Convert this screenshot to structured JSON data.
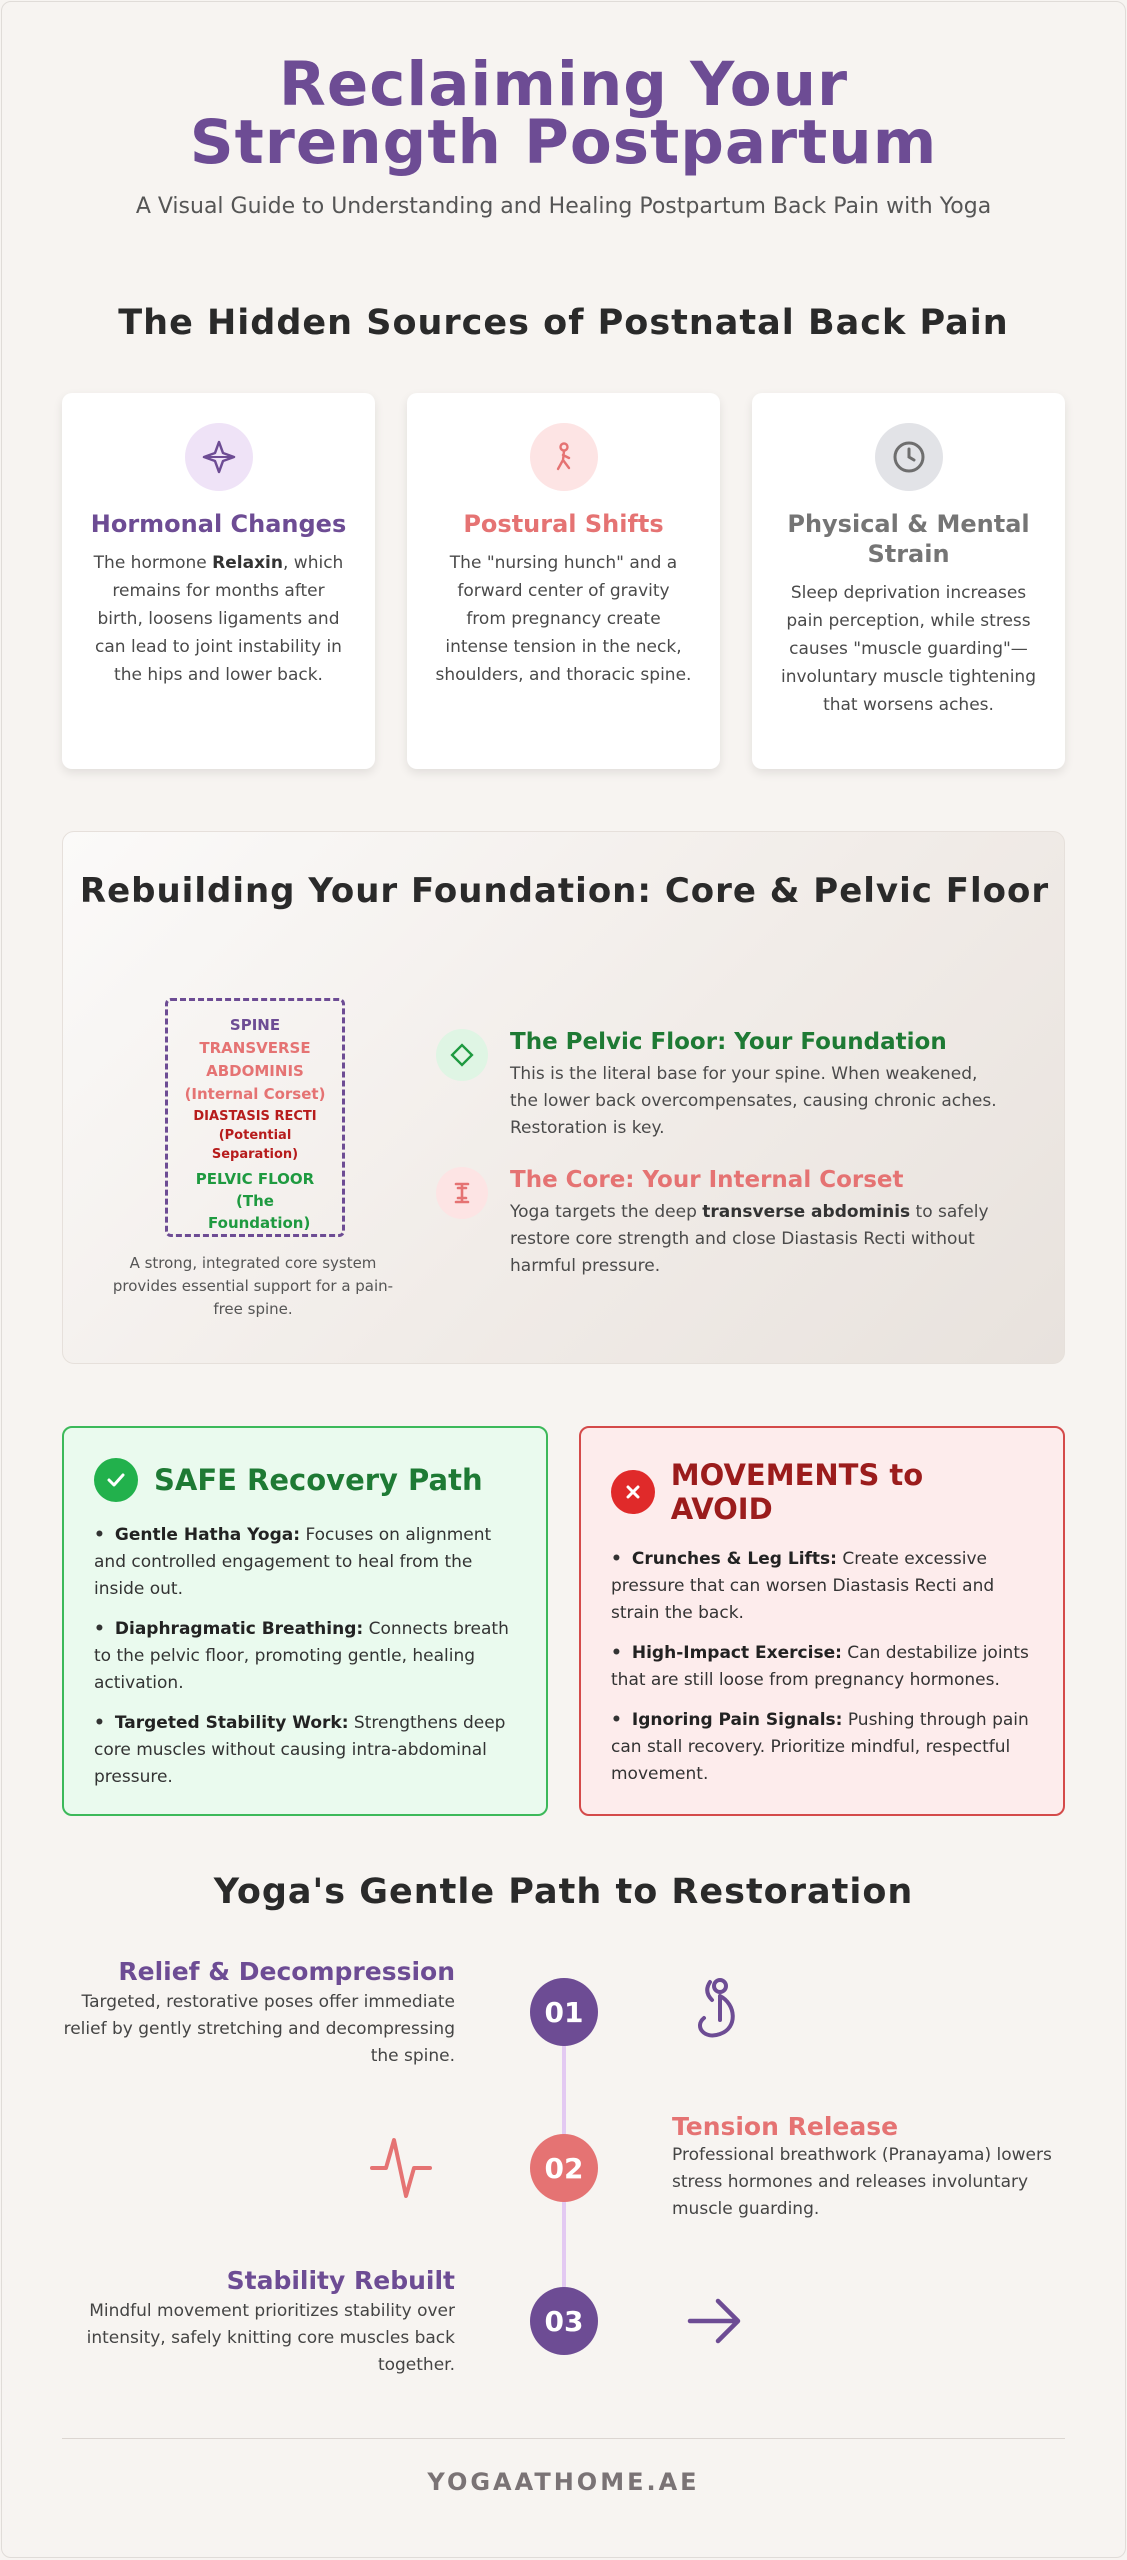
{
  "header": {
    "title": "Reclaiming Your Strength Postpartum",
    "subtitle": "A Visual Guide to Understanding and Healing Postpartum Back Pain with Yoga"
  },
  "sources": {
    "title": "The Hidden Sources of Postnatal Back Pain",
    "cards": [
      {
        "title": "Hormonal Changes",
        "text_before": "The hormone ",
        "bold": "Relaxin",
        "text_after": ", which remains for months after birth, loosens ligaments and can lead to joint instability in the hips and lower back.",
        "color": "#6d4c94",
        "icon": "sparkle-icon"
      },
      {
        "title": "Postural Shifts",
        "text": "The \"nursing hunch\" and a forward center of gravity from pregnancy create intense tension in the neck, shoulders, and thoracic spine.",
        "color": "#e57373",
        "icon": "posture-icon"
      },
      {
        "title": "Physical & Mental Strain",
        "text": "Sleep deprivation increases pain perception, while stress causes \"muscle guarding\"—involuntary muscle tightening that worsens aches.",
        "color": "#757575",
        "icon": "clock-icon"
      }
    ]
  },
  "foundation": {
    "title": "Rebuilding Your Foundation: Core & Pelvic Floor",
    "diagram": {
      "spine": "SPINE",
      "transverse": "TRANSVERSE ABDOMINIS",
      "transverse_sub": "(Internal Corset)",
      "diastasis": "DIASTASIS RECTI",
      "diastasis_sub": "(Potential Separation)",
      "pelvic": "PELVIC FLOOR",
      "pelvic_sub": "(The Foundation)"
    },
    "caption": "A strong, integrated core system provides essential support for a pain-free spine.",
    "features": [
      {
        "title": "The Pelvic Floor: Your Foundation",
        "text": "This is the literal base for your spine. When weakened, the lower back overcompensates, causing chronic aches. Restoration is key.",
        "color": "#1e7a34",
        "icon": "diamond-icon"
      },
      {
        "title": "The Core: Your Internal Corset",
        "text_before": "Yoga targets the deep ",
        "bold": "transverse abdominis",
        "text_after": " to safely restore core strength and close Diastasis Recti without harmful pressure.",
        "color": "#e57373",
        "icon": "corset-icon"
      }
    ]
  },
  "safe": {
    "title": "SAFE Recovery Path",
    "items": [
      {
        "bold": "Gentle Hatha Yoga:",
        "text": " Focuses on alignment and controlled engagement to heal from the inside out."
      },
      {
        "bold": "Diaphragmatic Breathing:",
        "text": " Connects breath to the pelvic floor, promoting gentle, healing activation."
      },
      {
        "bold": "Targeted Stability Work:",
        "text": " Strengthens deep core muscles without causing intra-abdominal pressure."
      }
    ]
  },
  "avoid": {
    "title": "MOVEMENTS to AVOID",
    "items": [
      {
        "bold": "Crunches & Leg Lifts:",
        "text": " Create excessive pressure that can worsen Diastasis Recti and strain the back."
      },
      {
        "bold": "High-Impact Exercise:",
        "text": " Can destabilize joints that are still loose from pregnancy hormones."
      },
      {
        "bold": "Ignoring Pain Signals:",
        "text": " Pushing through pain can stall recovery. Prioritize mindful, respectful movement."
      }
    ]
  },
  "restoration": {
    "title": "Yoga's Gentle Path to Restoration",
    "steps": [
      {
        "number": "01",
        "title": "Relief & Decompression",
        "text": "Targeted, restorative poses offer immediate relief by gently stretching and decompressing the spine.",
        "icon": "stretch-figure-icon"
      },
      {
        "number": "02",
        "title": "Tension Release",
        "text": "Professional breathwork (Pranayama) lowers stress hormones and releases involuntary muscle guarding.",
        "icon": "pulse-icon"
      },
      {
        "number": "03",
        "title": "Stability Rebuilt",
        "text": "Mindful movement prioritizes stability over intensity, safely knitting core muscles back together.",
        "icon": "arrow-right-icon"
      }
    ]
  },
  "footer": {
    "brand": "YOGAATHOME.AE"
  },
  "colors": {
    "purple": "#6d4c94",
    "coral": "#e57373",
    "green": "#1e7a34",
    "red": "#9b1c1c"
  }
}
